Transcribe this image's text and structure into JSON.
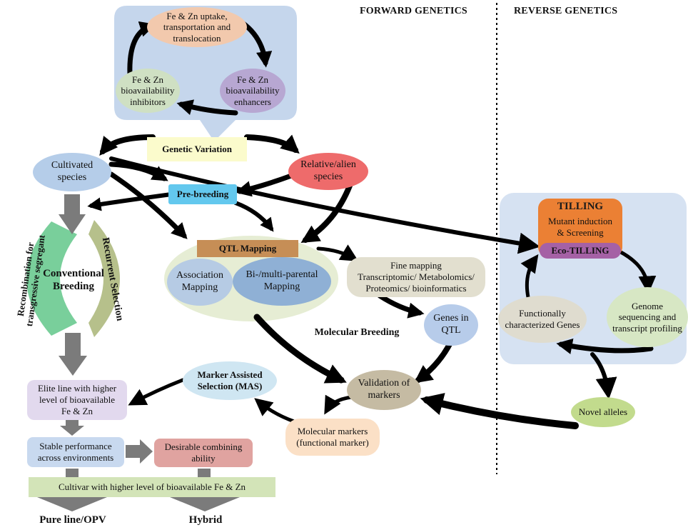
{
  "headers": {
    "forward": "FORWARD GENETICS",
    "reverse": "REVERSE GENETICS"
  },
  "uptake_cycle": {
    "uptake": "Fe & Zn uptake,\ntransportation and\ntranslocation",
    "enhancers": "Fe & Zn\nbioavailability\nenhancers",
    "inhibitors": "Fe & Zn\nbioavailability\ninhibitors"
  },
  "variation": {
    "genetic_variation": "Genetic Variation",
    "cultivated": "Cultivated\nspecies",
    "relative": "Relative/alien\nspecies",
    "pre_breeding": "Pre-breeding"
  },
  "conventional": {
    "title": "Conventional\nBreeding",
    "left_arc": "Recombination for\ntransgressive segregant",
    "right_arc": "Recurrent Selection",
    "elite_line": "Elite line with higher\nlevel of bioavailable\nFe & Zn",
    "stable": "Stable performance\nacross environments",
    "combining": "Desirable combining\nability",
    "cultivar": "Cultivar with higher level of bioavailable Fe & Zn",
    "pure_line": "Pure line/OPV",
    "hybrid": "Hybrid"
  },
  "qtl": {
    "title": "QTL Mapping",
    "association": "Association\nMapping",
    "biparental": "Bi-/multi-parental\nMapping",
    "fine_mapping": "Fine mapping\nTranscriptomic/ Metabolomics/\nProteomics/ bioinformatics",
    "genes_in_qtl": "Genes in\nQTL"
  },
  "molecular": {
    "title": "Molecular Breeding",
    "mas": "Marker Assisted\nSelection (MAS)",
    "validation": "Validation of\nmarkers",
    "markers": "Molecular markers\n(functional marker)"
  },
  "reverse": {
    "tilling": "TILLING",
    "mutant": "Mutant induction\n& Screening",
    "eco_tilling": "Eco-TILLING",
    "functional_genes": "Functionally\ncharacterized Genes",
    "genome_seq": "Genome\nsequencing and\ntranscript profiling",
    "novel_alleles": "Novel alleles"
  },
  "colors": {
    "cycle_panel": "#c5d6ec",
    "reverse_panel": "#d6e2f2",
    "uptake": "#f2c9ad",
    "enhancers": "#b7a7d2",
    "inhibitors": "#cfe0c3",
    "genetic_variation": "#fbfbcc",
    "cultivated": "#b5cde9",
    "relative": "#ee6b6b",
    "pre_breeding": "#63c8ee",
    "left_arc": "#79cf9b",
    "right_arc": "#b6c08b",
    "gray_arrow": "#7b7b7b",
    "elite": "#e2d9ee",
    "stable": "#c8d9ef",
    "combining": "#e0a3a0",
    "cultivar": "#d3e4b8",
    "qtl_bg": "#e6edd4",
    "qtl_title": "#c68e56",
    "association": "#b6cbe4",
    "biparental": "#8fb0d5",
    "fine_mapping": "#e2dfcf",
    "genes_qtl": "#b7ccea",
    "mas": "#cfe6f2",
    "validation": "#c5bba3",
    "markers": "#fbe0c6",
    "tilling": "#eb8034",
    "eco_tilling": "#a561a5",
    "functional": "#dfdccf",
    "genome": "#d7e7c4",
    "novel": "#c2db8d"
  }
}
